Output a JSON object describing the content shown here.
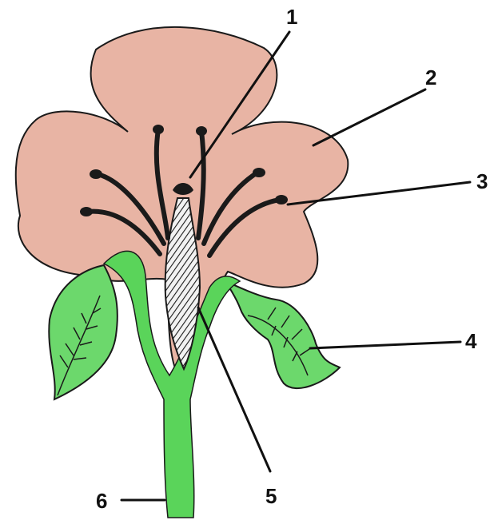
{
  "diagram": {
    "labels": {
      "one": "1",
      "two": "2",
      "three": "3",
      "four": "4",
      "five": "5",
      "six": "6"
    },
    "colors": {
      "petal": "#e8b4a4",
      "leaf": "#6cd86c",
      "stem": "#5ad45a",
      "outline": "#1a1a1a",
      "background": "#ffffff"
    }
  }
}
